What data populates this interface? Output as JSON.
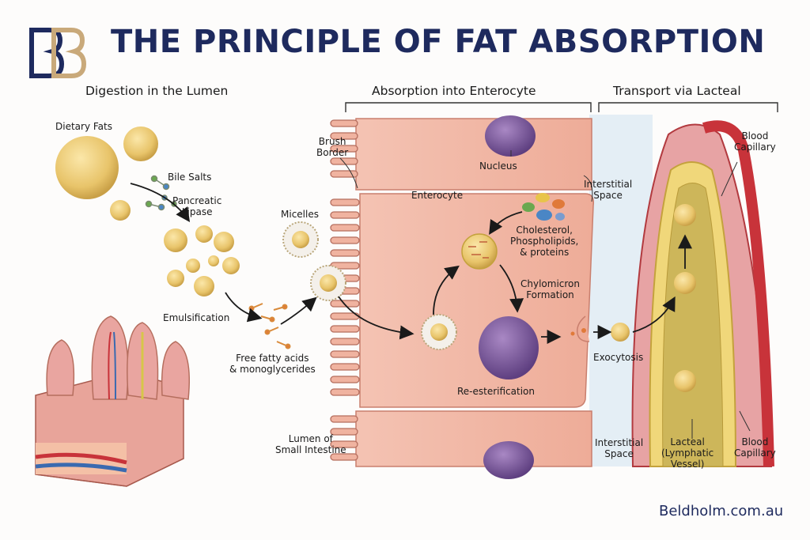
{
  "header": {
    "title": "THE PRINCIPLE OF FAT ABSORPTION",
    "logo_text": "BB"
  },
  "sections": {
    "lumen": "Digestion in the Lumen",
    "enterocyte": "Absorption into Enterocyte",
    "lacteal": "Transport via Lacteal"
  },
  "labels": {
    "dietary_fats": "Dietary Fats",
    "bile_salts": "Bile Salts",
    "pancreatic_lipase_1": "Pancreatic",
    "pancreatic_lipase_2": "Lipase",
    "emulsification": "Emulsification",
    "micelles": "Micelles",
    "free_fatty_1": "Free fatty acids",
    "free_fatty_2": "& monoglycerides",
    "brush_border_1": "Brush",
    "brush_border_2": "Border",
    "nucleus": "Nucleus",
    "enterocyte": "Enterocyte",
    "cholesterol_1": "Cholesterol,",
    "cholesterol_2": "Phospholipids,",
    "cholesterol_3": "& proteins",
    "chylomicron_1": "Chylomicron",
    "chylomicron_2": "Formation",
    "reesterification": "Re-esterification",
    "lumen_si_1": "Lumen of",
    "lumen_si_2": "Small Intestine",
    "interstitial_top_1": "Interstitial",
    "interstitial_top_2": "Space",
    "exocytosis": "Exocytosis",
    "interstitial_bottom_1": "Interstitial",
    "interstitial_bottom_2": "Space",
    "blood_cap_top_1": "Blood",
    "blood_cap_top_2": "Capillary",
    "lacteal_1": "Lacteal",
    "lacteal_2": "(Lymphatic",
    "lacteal_3": "Vessel)",
    "blood_cap_bottom_1": "Blood",
    "blood_cap_bottom_2": "Capillary"
  },
  "footer": {
    "website": "Beldholm.com.au"
  },
  "colors": {
    "title": "#1e2a5e",
    "logo_gold": "#c9a97a",
    "fat": "#e8c46a",
    "cell": "#f2b9a6",
    "nucleus": "#7c5a9a",
    "blood": "#c8333a",
    "lacteal": "#e6d98a"
  }
}
